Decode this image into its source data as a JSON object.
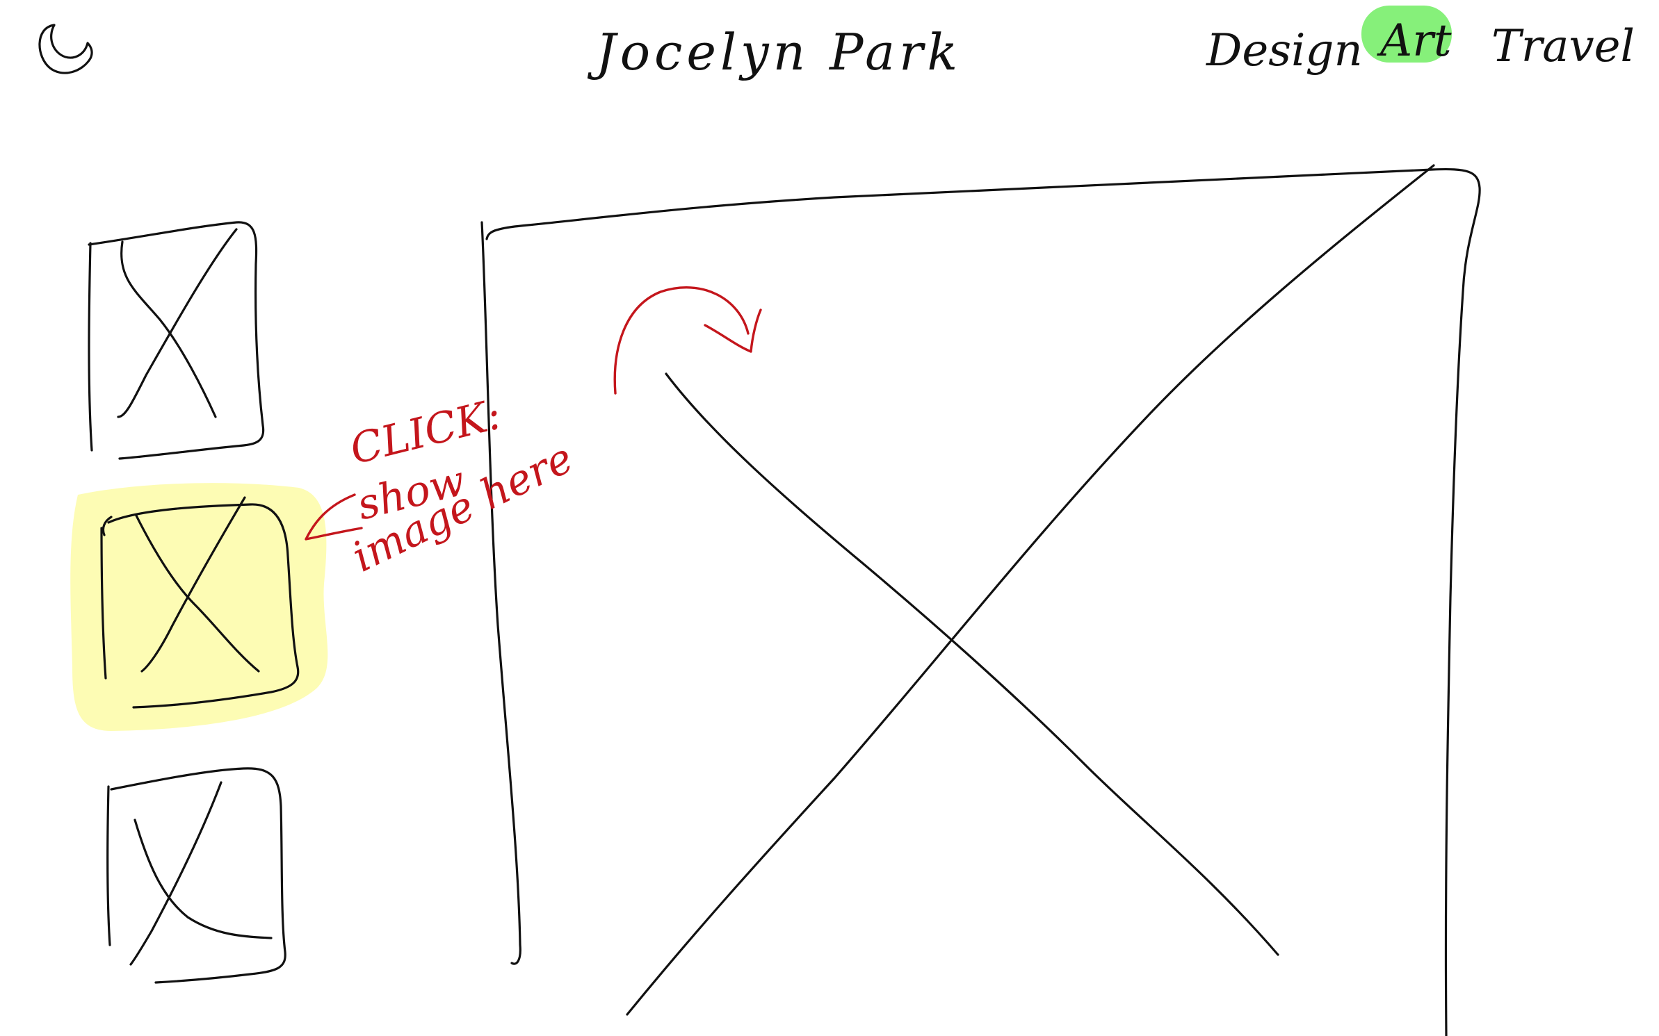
{
  "header": {
    "title": "Jocelyn Park",
    "theme_toggle_icon": "moon-icon",
    "nav": [
      {
        "label": "Design",
        "active": false
      },
      {
        "label": "Art",
        "active": true
      },
      {
        "label": "Travel",
        "active": false
      }
    ]
  },
  "gallery": {
    "thumbnails": [
      {
        "placeholder_icon": "image-placeholder-icon",
        "selected": false
      },
      {
        "placeholder_icon": "image-placeholder-icon",
        "selected": true
      },
      {
        "placeholder_icon": "image-placeholder-icon",
        "selected": false
      }
    ],
    "main_image": {
      "placeholder_icon": "image-placeholder-icon"
    }
  },
  "annotation": {
    "lines": [
      "CLICK:",
      "show",
      "image here"
    ]
  },
  "colors": {
    "ink": "#111111",
    "annotation_red": "#c4161c",
    "nav_active_highlight": "#86f07a",
    "thumbnail_selected_highlight": "#fdfcb4"
  }
}
